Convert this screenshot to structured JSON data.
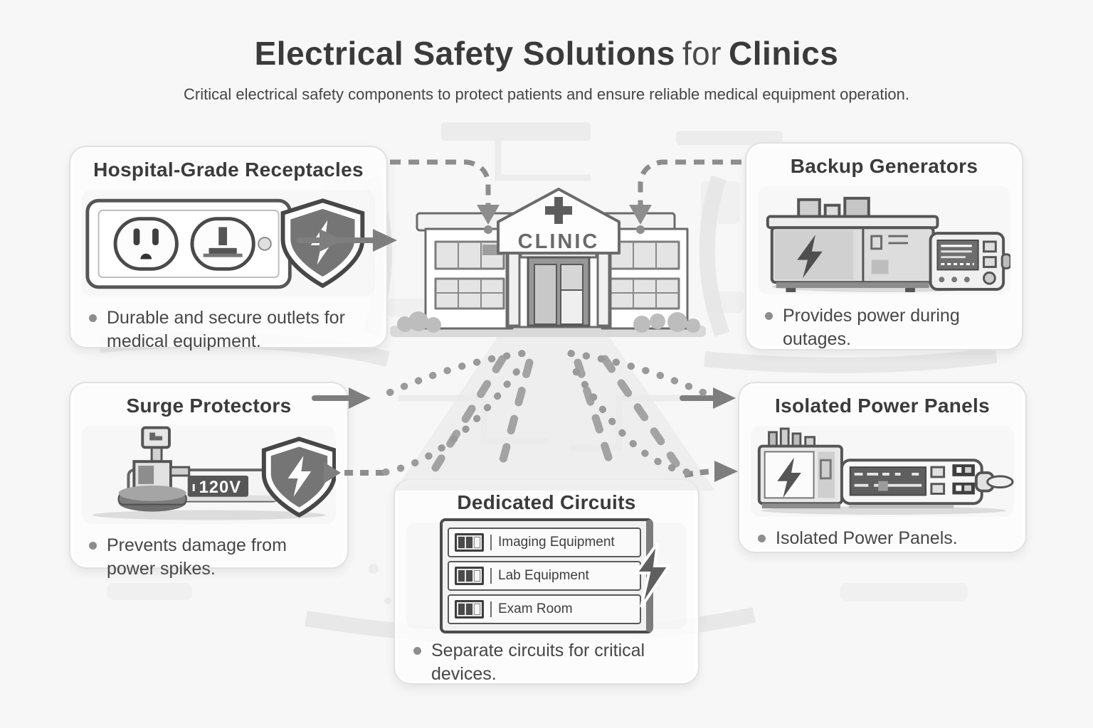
{
  "header": {
    "title_main": "Electrical Safety Solutions",
    "title_connector": "for",
    "title_end": "Clinics",
    "subtitle": "Critical electrical safety components to protect patients and ensure reliable medical equipment operation."
  },
  "clinic": {
    "sign": "CLINIC",
    "icon": "medical-cross-icon"
  },
  "panels": {
    "receptacles": {
      "title": "Hospital-Grade Receptacles",
      "bullet": "Durable and secure outlets for medical equipment.",
      "icons": [
        "power-outlet-icon",
        "shield-lightning-icon"
      ]
    },
    "generators": {
      "title": "Backup Generators",
      "bullet": "Provides power during outages.",
      "icons": [
        "generator-icon",
        "control-unit-icon"
      ]
    },
    "surge": {
      "title": "Surge Protectors",
      "bullet": "Prevents damage from power spikes.",
      "display_value": "120V",
      "icons": [
        "surge-protector-icon",
        "shield-lightning-icon"
      ]
    },
    "isolated": {
      "title": "Isolated Power Panels",
      "bullet": "Isolated Power Panels.",
      "icons": [
        "power-panel-icon",
        "plug-icon"
      ]
    },
    "dedicated": {
      "title": "Dedicated Circuits",
      "bullet": "Separate circuits for critical devices.",
      "breakers": [
        "Imaging Equipment",
        "Lab Equipment",
        "Exam Room"
      ],
      "icons": [
        "circuit-breaker-icon",
        "lightning-bolt-icon"
      ]
    }
  },
  "colors": {
    "background": "#f7f7f7",
    "panel_border": "#e1e1e1",
    "title_text": "#3a3a3a",
    "body_text": "#474747",
    "arrow_gray": "#7e7e7e",
    "dotted_gray": "#9a9a9a",
    "shield_gray": "#6f6f6f",
    "display_bg": "#565656",
    "display_text": "#ffffff"
  }
}
